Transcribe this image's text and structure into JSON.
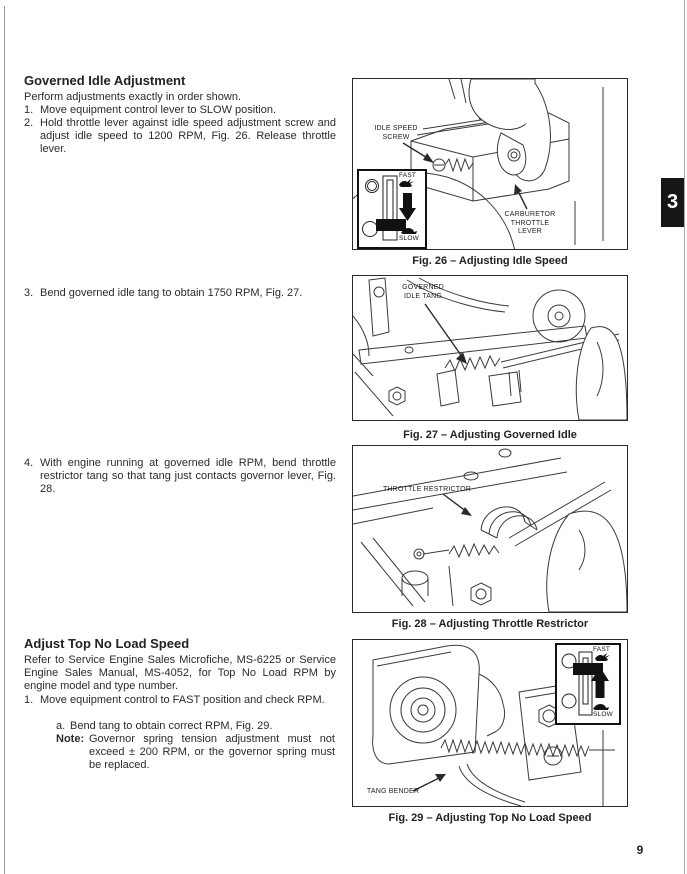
{
  "page": {
    "number": "9",
    "chapter_tab": "3"
  },
  "colors": {
    "text": "#2b2b2b",
    "line_art": "#3a3a3a",
    "tab_bg": "#161616",
    "tab_text": "#ffffff",
    "page_bg": "#ffffff"
  },
  "sections": [
    {
      "heading": "Governed Idle Adjustment",
      "intro": "Perform adjustments exactly in order shown.",
      "items": [
        {
          "num": "1.",
          "text": "Move equipment control lever to SLOW position."
        },
        {
          "num": "2.",
          "text": "Hold throttle lever against idle speed adjustment screw and adjust idle speed to 1200 RPM, Fig. 26. Release throttle lever."
        },
        {
          "num": "3.",
          "text": "Bend governed idle tang to obtain 1750 RPM, Fig. 27."
        },
        {
          "num": "4.",
          "text": "With engine running at governed idle RPM, bend throttle restrictor tang so that tang just contacts governor lever, Fig. 28."
        }
      ]
    },
    {
      "heading": "Adjust Top No Load Speed",
      "intro": "Refer to Service Engine Sales Microfiche, MS-6225 or Service Engine Sales Manual, MS-4052, for Top No Load RPM by engine model and type number.",
      "items": [
        {
          "num": "1.",
          "text": "Move equipment control to FAST position and check RPM."
        }
      ],
      "sub_item": {
        "num": "a.",
        "text": "Bend tang to obtain correct RPM, Fig. 29."
      },
      "note": {
        "label": "Note:",
        "text": "Governor spring tension adjustment must not exceed ± 200 RPM, or the governor spring must be replaced."
      }
    }
  ],
  "figures": [
    {
      "caption": "Fig. 26 – Adjusting Idle Speed",
      "labels": {
        "idle_speed_screw": "IDLE SPEED SCREW",
        "carburetor_throttle_lever": "CARBURETOR THROTTLE LEVER"
      },
      "inset": {
        "fast": "FAST",
        "slow": "SLOW"
      }
    },
    {
      "caption": "Fig. 27 – Adjusting Governed Idle",
      "labels": {
        "governed_idle_tang": "GOVERNED IDLE TANG"
      }
    },
    {
      "caption": "Fig. 28 – Adjusting Throttle Restrictor",
      "labels": {
        "throttle_restrictor": "THROTTLE RESTRICTOR"
      }
    },
    {
      "caption": "Fig. 29 – Adjusting Top No Load Speed",
      "labels": {
        "tang_bender": "TANG BENDER"
      },
      "inset": {
        "fast": "FAST",
        "slow": "SLOW"
      }
    }
  ]
}
